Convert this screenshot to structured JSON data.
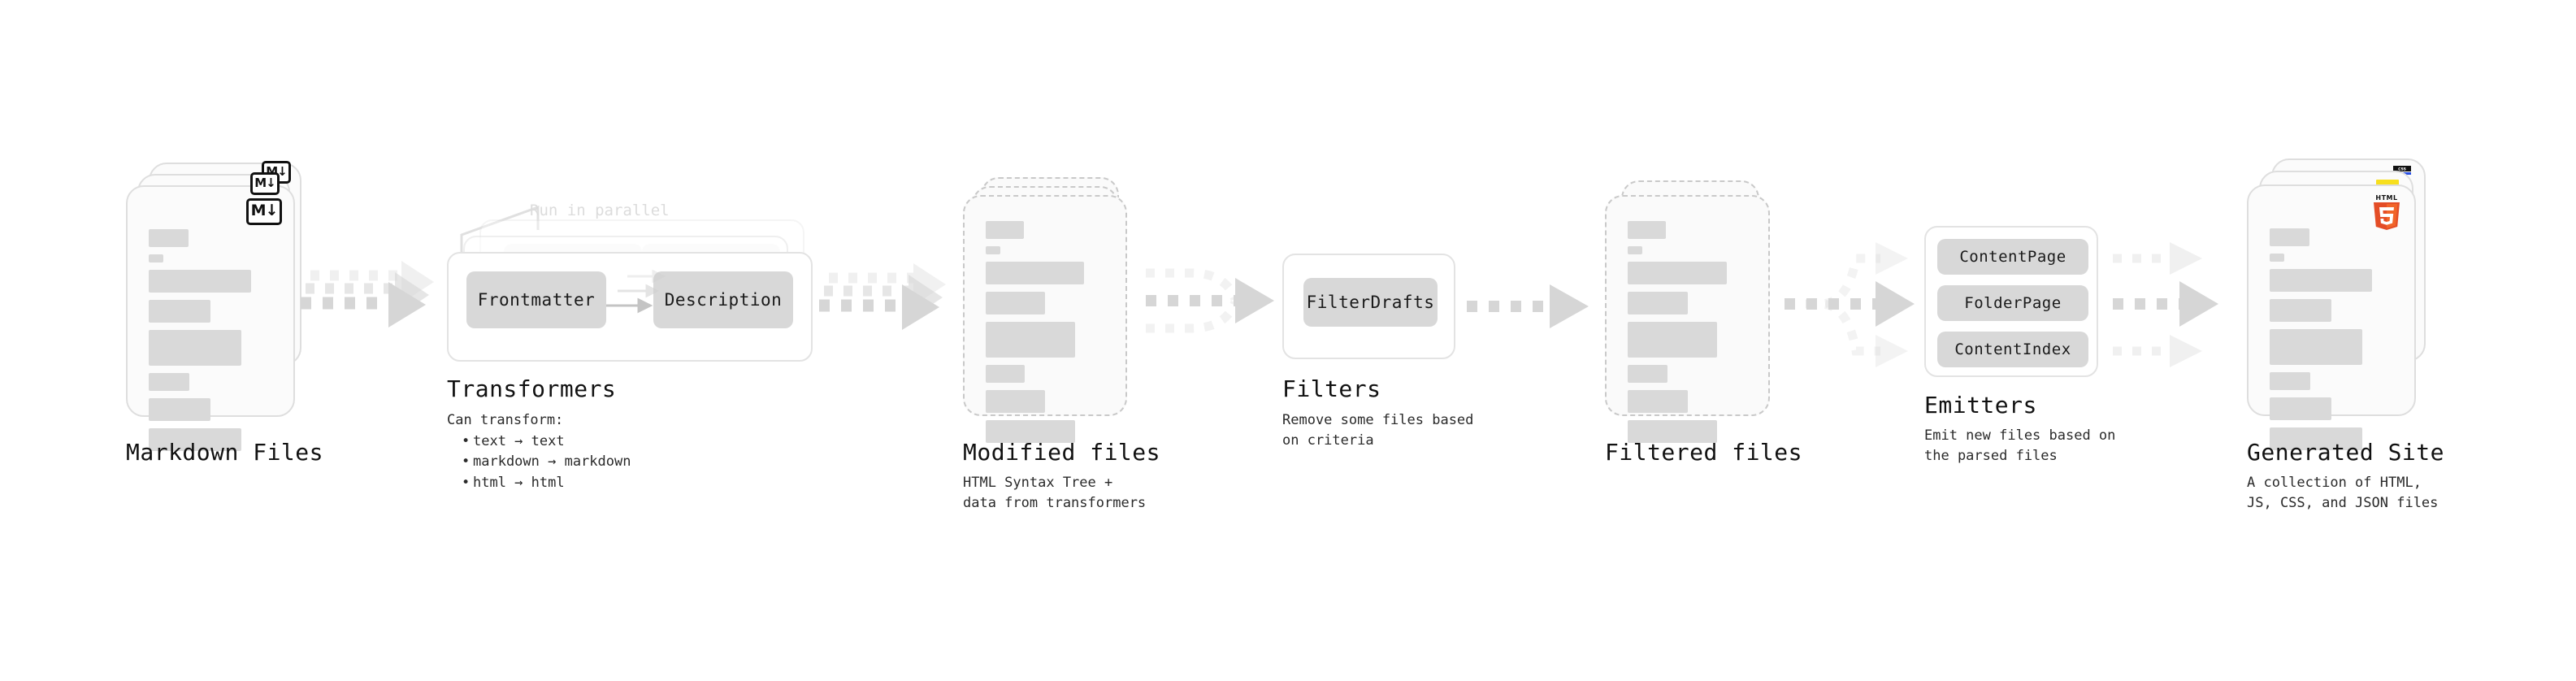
{
  "diagram": {
    "title_font_note": "monospace",
    "colors": {
      "bar": "#d9d9d9",
      "card_border": "#dedede",
      "dashed_border": "#c9c9c9",
      "pill": "#d8d8d8",
      "arrow": "#d6d6d6",
      "ghost_text": "#dcdcdc",
      "html5_orange": "#e44d26",
      "html5_orange_light": "#f16529",
      "js_yellow": "#f7df1e",
      "css_blue": "#264de4"
    },
    "stages": [
      {
        "id": "markdown-files",
        "title": "Markdown Files",
        "subtitle": "",
        "badge": "M↓",
        "badge_name": "markdown-badge-icon"
      },
      {
        "id": "transformers",
        "title": "Transformers",
        "ghost_note": "Run in parallel",
        "lead": "Can transform:",
        "bullets": [
          "text → text",
          "markdown → markdown",
          "html → html"
        ],
        "pills": [
          "Frontmatter",
          "Description"
        ]
      },
      {
        "id": "modified-files",
        "title": "Modified files",
        "subtitle": "HTML Syntax Tree +\ndata from transformers"
      },
      {
        "id": "filters",
        "title": "Filters",
        "subtitle": "Remove some files based\non criteria",
        "pills": [
          "FilterDrafts"
        ]
      },
      {
        "id": "filtered-files",
        "title": "Filtered files",
        "subtitle": ""
      },
      {
        "id": "emitters",
        "title": "Emitters",
        "subtitle": "Emit new files based on\nthe parsed files",
        "pills": [
          "ContentPage",
          "FolderPage",
          "ContentIndex"
        ]
      },
      {
        "id": "generated-site",
        "title": "Generated Site",
        "subtitle": "A collection of HTML,\nJS, CSS, and JSON files",
        "badges": [
          "css3-icon",
          "javascript-icon",
          "html5-icon"
        ],
        "html5_wordmark": "HTML",
        "html5_digit": "5",
        "css_wordmark": "CSS"
      }
    ],
    "doc_bars": [
      {
        "w": 32,
        "h": 22
      },
      {
        "w": 12,
        "h": 10
      },
      {
        "w": 83,
        "h": 28
      },
      {
        "w": 50,
        "h": 28
      },
      {
        "w": 75,
        "h": 44
      },
      {
        "w": 33,
        "h": 22
      },
      {
        "w": 50,
        "h": 28
      },
      {
        "w": 75,
        "h": 28
      }
    ]
  }
}
